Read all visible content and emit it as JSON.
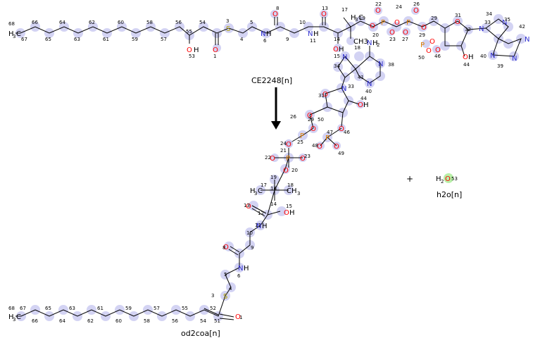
{
  "reaction": {
    "enzyme_label": "CE2248[n]",
    "plus_sign": "+",
    "product_label": "od2coa[n]",
    "water_label": "h2o[n]",
    "water_formula_h": "H",
    "water_formula_sub": "2",
    "water_formula_o": "O",
    "water_atom_number": "53"
  },
  "colors": {
    "atom_highlight": "#c8c8f0",
    "water_highlight": "#b8f0a8",
    "oxygen": "#ff0000",
    "nitrogen": "#3030d0",
    "sulfur": "#b0a000",
    "phosphorus": "#e08000",
    "bond": "#000000",
    "text": "#000000"
  }
}
